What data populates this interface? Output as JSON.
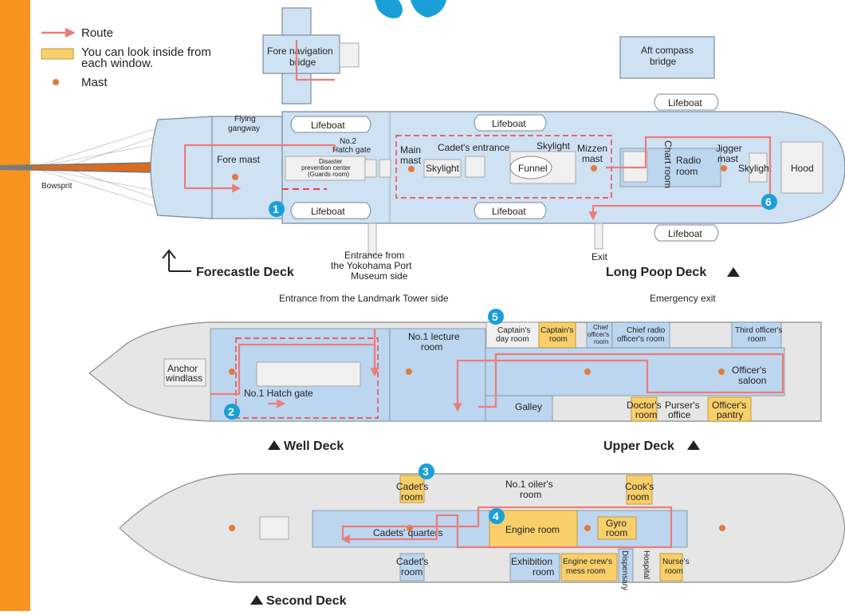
{
  "legend": {
    "route": "Route",
    "window_line1": "You can look inside from",
    "window_line2": "each window.",
    "mast": "Mast"
  },
  "colors": {
    "route": "#ee7b78",
    "window": "#f8cf6a",
    "mast": "#e07b3c",
    "badge": "#1a9fd8",
    "sidebar": "#f7941d",
    "deck_blue": "#cfe2f3",
    "deck_gray": "#e6e6e6"
  },
  "decks": {
    "forecastle": "Forecastle Deck",
    "long_poop": "Long Poop Deck",
    "well": "Well Deck",
    "upper": "Upper Deck",
    "second": "Second Deck"
  },
  "top": {
    "fore_nav_bridge_1": "Fore navigation",
    "fore_nav_bridge_2": "bridge",
    "aft_compass_1": "Aft compass",
    "aft_compass_2": "bridge",
    "flying_1": "Flying",
    "flying_2": "gangway",
    "bowsprit": "Bowsprit",
    "fore_mast": "Fore mast",
    "lifeboat": "Lifeboat",
    "hatch2_1": "No.2",
    "hatch2_2": "Hatch gate",
    "disaster_1": "Disaster",
    "disaster_2": "prevention center",
    "disaster_3": "(Guards room)",
    "main_mast_1": "Main",
    "main_mast_2": "mast",
    "cadets_entrance": "Cadet's entrance",
    "skylight": "Skylight",
    "funnel": "Funnel",
    "mizzen_1": "Mizzen",
    "mizzen_2": "mast",
    "chart_room": "Chart room",
    "radio_1": "Radio",
    "radio_2": "room",
    "jigger_1": "Jigger",
    "jigger_2": "mast",
    "hood": "Hood",
    "entrance_museum_1": "Entrance from",
    "entrance_museum_2": "the Yokohama Port",
    "entrance_museum_3": "Museum side",
    "exit": "Exit"
  },
  "middle": {
    "entrance_landmark": "Entrance from the Landmark Tower side",
    "emergency_exit": "Emergency exit",
    "anchor_1": "Anchor",
    "anchor_2": "windlass",
    "hatch1": "No.1 Hatch gate",
    "lecture_1": "No.1 lecture",
    "lecture_2": "room",
    "captains_day_1": "Captain's",
    "captains_day_2": "day room",
    "captains_room_1": "Captain's",
    "captains_room_2": "room",
    "chief_officer_1": "Chief",
    "chief_officer_2": "officer's",
    "chief_officer_3": "room",
    "chief_radio_1": "Chief radio",
    "chief_radio_2": "officer's room",
    "third_officer_1": "Third officer's",
    "third_officer_2": "room",
    "officers_saloon_1": "Officer's",
    "officers_saloon_2": "saloon",
    "galley": "Galley",
    "doctor_1": "Doctor's",
    "doctor_2": "room",
    "purser_1": "Purser's",
    "purser_2": "office",
    "pantry_1": "Officer's",
    "pantry_2": "pantry"
  },
  "bottom": {
    "cadets_room_1": "Cadet's",
    "cadets_room_2": "room",
    "oiler_1": "No.1 oiler's",
    "oiler_2": "room",
    "cook_1": "Cook's",
    "cook_2": "room",
    "cadets_quarters": "Cadets' quarters",
    "engine_room": "Engine room",
    "gyro_1": "Gyro",
    "gyro_2": "room",
    "exhibition_1": "Exhibition",
    "exhibition_2": "room",
    "engine_mess_1": "Engine crew's",
    "engine_mess_2": "mess room",
    "dispensary": "Dispensary",
    "hospital": "Hospital",
    "nurse_1": "Nurse's",
    "nurse_2": "room"
  },
  "badges": [
    "1",
    "2",
    "3",
    "4",
    "5",
    "6"
  ]
}
